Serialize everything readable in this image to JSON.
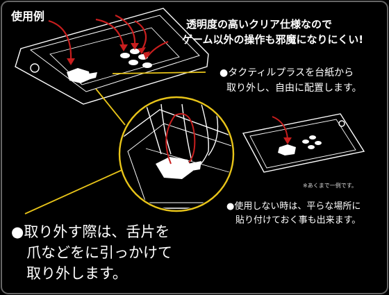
{
  "title": "使用例",
  "headline": {
    "line1": "透明度の高いクリア仕様なので",
    "line2": "ゲーム以外の操作も邪魔になりにくい!"
  },
  "note_remove": {
    "line1": "●タクティルプラスを台紙から",
    "line2": "取り外し、自由に配置します。"
  },
  "example_note": "※あくまで一例です。",
  "note_store": {
    "line1": "●使用しない時は、平らな場所に",
    "line2": "貼り付けておく事も出来ます。"
  },
  "instruction": {
    "line1": "●取り外す際は、舌片を",
    "line2": "爪などをに引っかけて",
    "line3": "取り外します。"
  },
  "colors": {
    "background": "#000000",
    "line_art": "#ffffff",
    "arrow_red": "#c81e1e",
    "leader_yellow": "#e8c419"
  },
  "icons": [
    "phone-illustration",
    "red-arrow-icon",
    "sticker-pad-illustration",
    "hand-illustration",
    "magnifier-circle"
  ]
}
